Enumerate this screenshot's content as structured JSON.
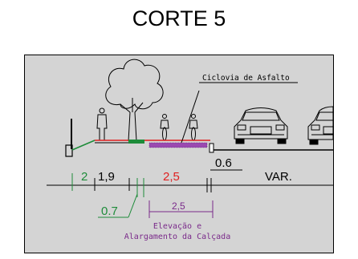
{
  "title": "CORTE 5",
  "annotation": "Ciclovia de Asfalto",
  "dimensions": {
    "d1": "2",
    "d2": "1,9",
    "d3": "2,5",
    "d4": "0.6",
    "d5": "VAR.",
    "d6": "0.7",
    "d7": "2,5"
  },
  "note_line1": "Elevação e",
  "note_line2": "Alargamento da Calçada",
  "colors": {
    "background": "#d4d4d4",
    "green": "#1e8c3a",
    "red": "#e02020",
    "purple": "#7a2a8a",
    "black": "#000000"
  }
}
